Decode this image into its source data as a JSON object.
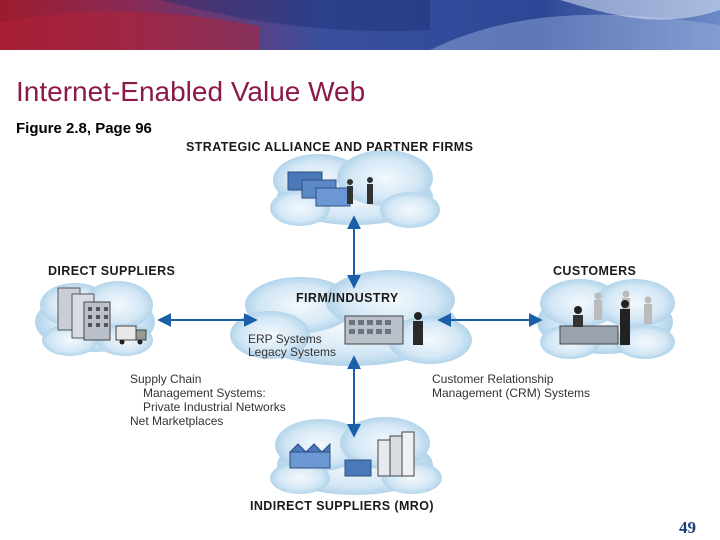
{
  "slide": {
    "title": "Internet-Enabled Value Web",
    "subtitle": "Figure 2.8, Page 96",
    "page_number": "49"
  },
  "diagram": {
    "nodes": {
      "top": "STRATEGIC  ALLIANCE  AND  PARTNER  FIRMS",
      "left": "DIRECT  SUPPLIERS",
      "right": "CUSTOMERS",
      "center": "FIRM/INDUSTRY",
      "bottom": "INDIRECT  SUPPLIERS  (MRO)"
    },
    "center_systems": [
      "ERP Systems",
      "Legacy Systems"
    ],
    "supply_chain_text": [
      "Supply Chain",
      "Management Systems:",
      "Private Industrial Networks",
      "Net Marketplaces"
    ],
    "crm_text": [
      "Customer Relationship",
      "Management (CRM) Systems"
    ]
  },
  "colors": {
    "title": "#8b1a4a",
    "arrow": "#1a5fa8",
    "cloud_light": "#f2f8fd",
    "cloud_dark": "#9cc6e3",
    "banner_blue": "#2f4c9f",
    "banner_red": "#b02238"
  }
}
